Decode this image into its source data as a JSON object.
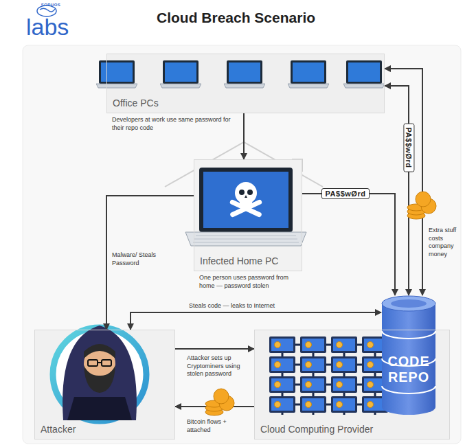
{
  "diagram": {
    "title": "Cloud Breach Scenario",
    "nodes": [
      {
        "text": [
          "Office PCs"
        ]
      },
      {
        "text": [
          "Infected Home PC"
        ]
      },
      {
        "text": [
          "CODE REPO"
        ]
      },
      {
        "text": [
          "Attacker"
        ]
      },
      {
        "text": [
          "Cloud Computing Provider"
        ]
      }
    ],
    "edges": [
      {
        "from": 0,
        "to": 1,
        "arrow": "to"
      },
      {
        "from": 1,
        "to": 3,
        "label": "Malware/ Steals Password",
        "arrow": "to"
      },
      {
        "from": 1,
        "to": 2,
        "label": "PA$$wØrd",
        "arrow": "to"
      },
      {
        "from": 0,
        "to": 2,
        "label": "PA$$wØrd",
        "arrow": "both"
      },
      {
        "from": 0,
        "to": 2,
        "label": "Extra stuff costs company money",
        "arrow": "both"
      },
      {
        "from": 3,
        "to": 2,
        "label": "Steals code — leaks to Internet",
        "arrow": "both"
      },
      {
        "from": 3,
        "to": 4,
        "label": "Attacker sets up Cryptominers using stolen password",
        "arrow": "to"
      },
      {
        "from": 4,
        "to": 3,
        "label": "Bitcoin flows + attached",
        "arrow": "to"
      }
    ],
    "labels": [
      "SOPHOS",
      "labs",
      "Developers at work use same password for their repo code",
      "One person uses password from home — password stolen"
    ]
  }
}
